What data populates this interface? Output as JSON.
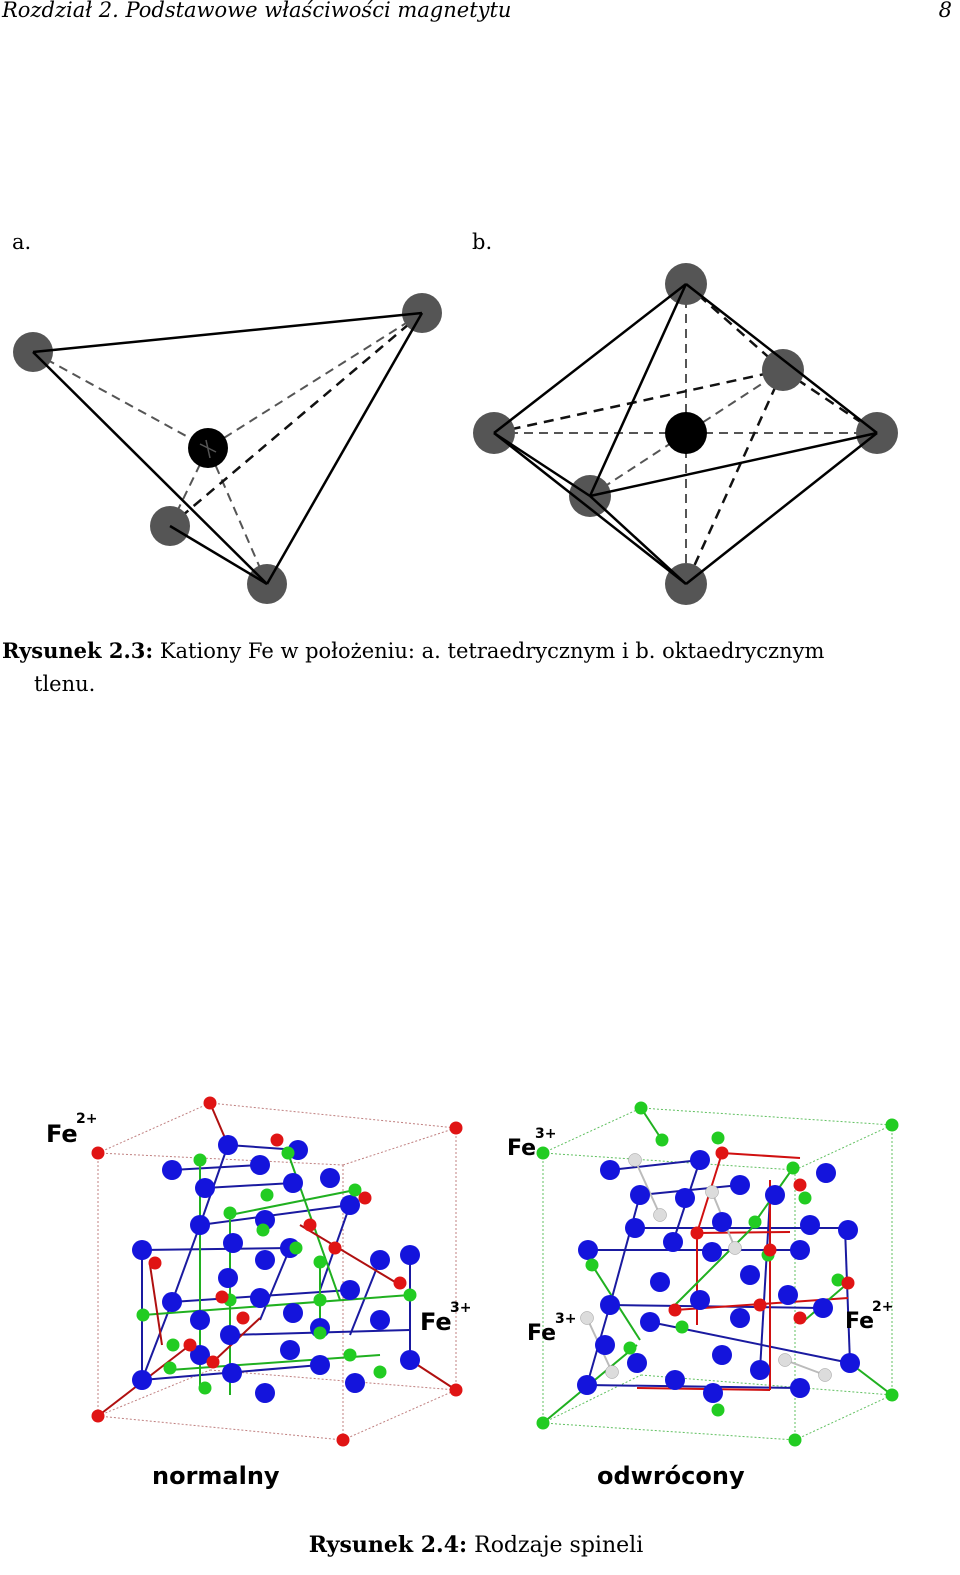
{
  "header": {
    "chapter": "Rozdział 2.  Podstawowe właściwości magnetytu",
    "page_number": "8"
  },
  "figure_2_3": {
    "panel_a_label": "a.",
    "panel_b_label": "b.",
    "caption_prefix": "Rysunek 2.3:",
    "caption_line1": "Kationy Fe w położeniu: a. tetraedrycznym i b. oktaedrycznym",
    "caption_line2": "tlenu."
  },
  "figure_2_4": {
    "normal": {
      "ion_a": "Fe",
      "ion_a_charge": "2+",
      "ion_b": "Fe",
      "ion_b_charge": "3+",
      "label": "normalny"
    },
    "inverse": {
      "ion_a": "Fe",
      "ion_a_charge": "3+",
      "ion_b": "Fe",
      "ion_b_charge": "3+",
      "ion_c": "Fe",
      "ion_c_charge": "2+",
      "label": "odwrócony"
    },
    "caption_prefix": "Rysunek 2.4:",
    "caption_text": "Rodzaje spineli"
  },
  "colors": {
    "oxygen": "#555555",
    "cation": "#000000",
    "blue_atom": "#1010e0",
    "green_atom": "#22cc22",
    "red_atom": "#e01010",
    "white_atom": "#dddddd"
  }
}
